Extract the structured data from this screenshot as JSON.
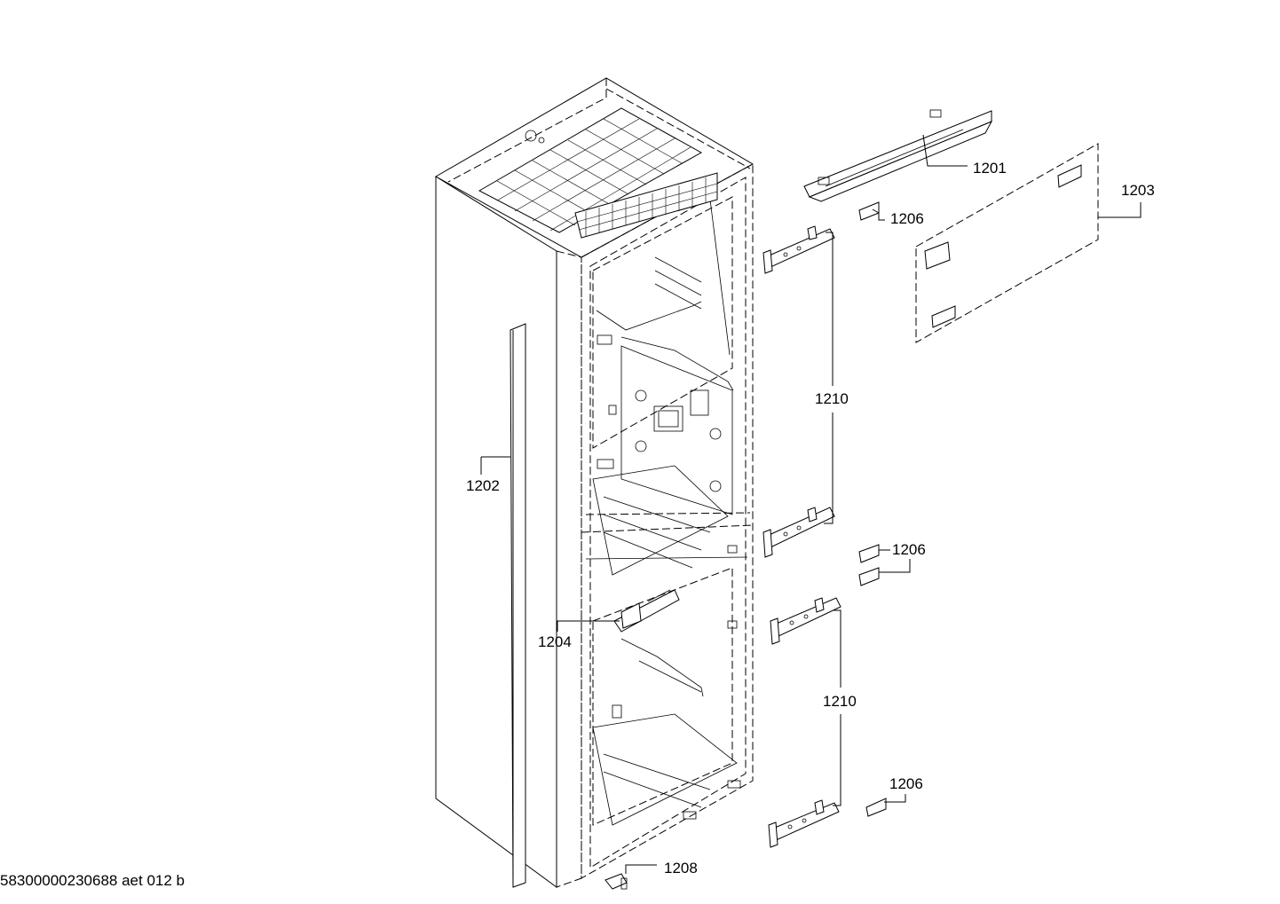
{
  "drawing_code": "58300000230688 aet 012 b",
  "callouts": {
    "c1201": "1201",
    "c1202": "1202",
    "c1203": "1203",
    "c1204": "1204",
    "c1206a": "1206",
    "c1206b": "1206",
    "c1206c": "1206",
    "c1208": "1208",
    "c1210a": "1210",
    "c1210b": "1210"
  }
}
